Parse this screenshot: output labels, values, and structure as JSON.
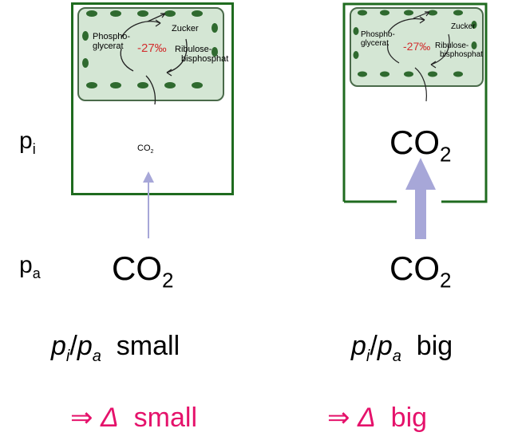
{
  "row_labels": {
    "inner": {
      "base": "p",
      "sub": "i"
    },
    "ambient": {
      "base": "p",
      "sub": "a"
    }
  },
  "cycle": {
    "left_term": "Phospho-glycerat",
    "left_term_l1": "Phospho-",
    "left_term_l2": "glycerat",
    "top_term": "Zucker",
    "right_term_l1": "Ribulose-",
    "right_term_l2": "bisphosphat",
    "fractionation": "-27‰"
  },
  "left_panel": {
    "inside_co2": {
      "base": "CO",
      "sub": "2"
    },
    "outside_co2": {
      "base": "CO",
      "sub": "2"
    },
    "ratio_label": {
      "num": "p",
      "num_sub": "i",
      "slash": "/",
      "den": "p",
      "den_sub": "a",
      "word": "small"
    },
    "delta_label": {
      "arrow": "⇒",
      "delta": "Δ",
      "word": "small"
    }
  },
  "right_panel": {
    "inside_co2": {
      "base": "CO",
      "sub": "2"
    },
    "outside_co2": {
      "base": "CO",
      "sub": "2"
    },
    "ratio_label": {
      "num": "p",
      "num_sub": "i",
      "slash": "/",
      "den": "p",
      "den_sub": "a",
      "word": "big"
    },
    "delta_label": {
      "arrow": "⇒",
      "delta": "Δ",
      "word": "big"
    }
  },
  "colors": {
    "cell_wall": "#1f6b1f",
    "chloroplast": "#d4e6d4",
    "arrow": "#a7a7d8",
    "fractionation": "#d23030",
    "delta_text": "#e5126b"
  }
}
